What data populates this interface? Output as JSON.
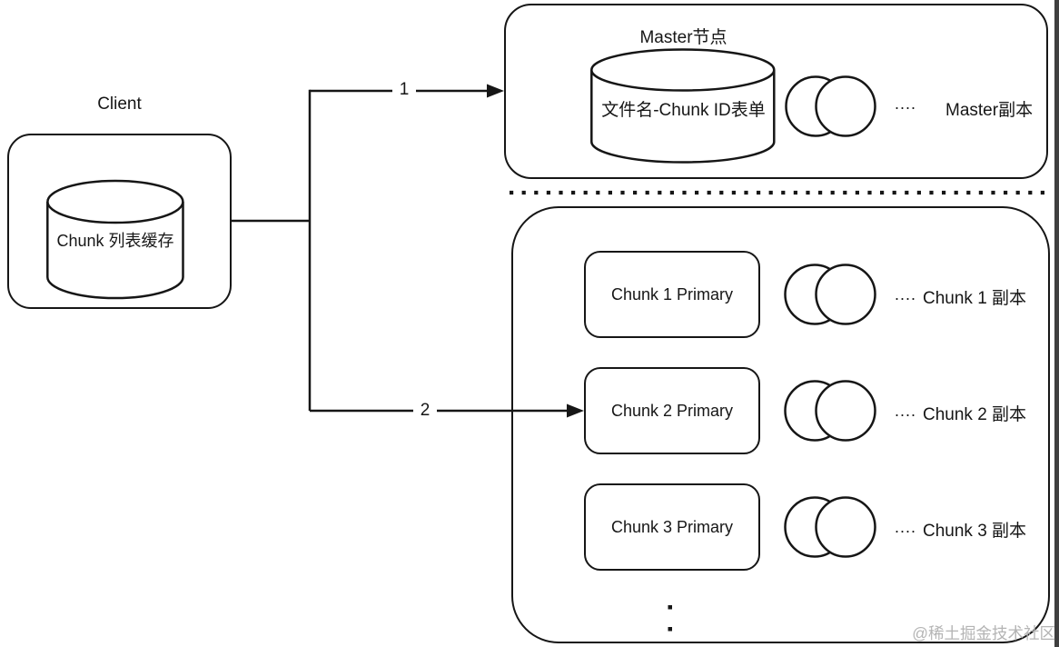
{
  "client": {
    "label": "Client",
    "cache_label": "Chunk 列表缓存"
  },
  "master": {
    "title": "Master节点",
    "table_label": "文件名-Chunk ID表单",
    "ellipsis": "....",
    "replica_label": "Master副本"
  },
  "chunk_section": {
    "rows": [
      {
        "primary": "Chunk 1 Primary",
        "ellipsis": "....",
        "replica": "Chunk 1 副本"
      },
      {
        "primary": "Chunk 2 Primary",
        "ellipsis": "....",
        "replica": "Chunk 2 副本"
      },
      {
        "primary": "Chunk 3 Primary",
        "ellipsis": "....",
        "replica": "Chunk 3 副本"
      }
    ]
  },
  "arrows": {
    "step1_label": "1",
    "step2_label": "2"
  },
  "watermark": "@稀土掘金技术社区",
  "colors": {
    "stroke": "#161616",
    "background": "#ffffff",
    "watermark": "#b4b4b4",
    "side_strip": "#3f3f3f"
  }
}
